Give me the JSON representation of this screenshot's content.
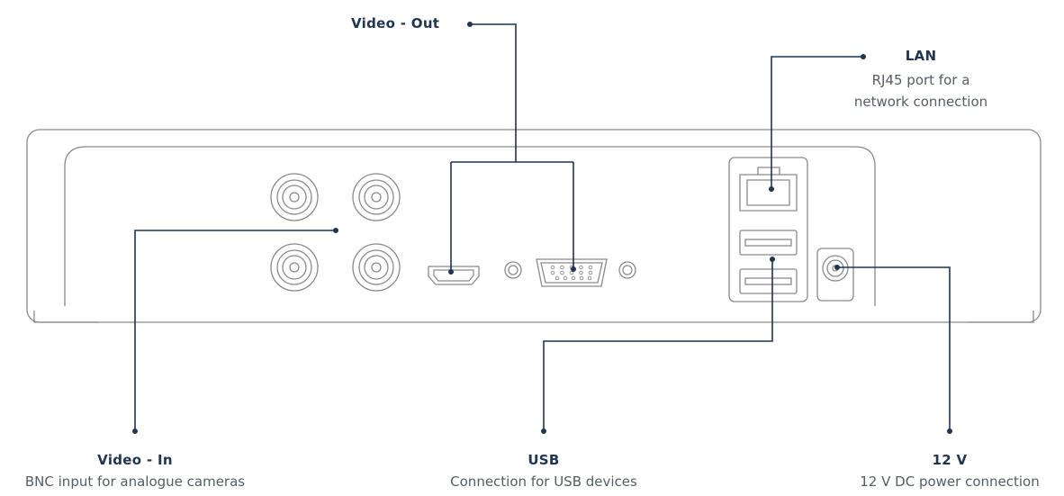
{
  "callouts": {
    "video_out": {
      "title": "Video - Out"
    },
    "lan": {
      "title": "LAN",
      "desc_line1": "RJ45 port for a",
      "desc_line2": "network connection"
    },
    "video_in": {
      "title": "Video - In",
      "desc": "BNC input for analogue cameras"
    },
    "usb": {
      "title": "USB",
      "desc": "Connection for USB devices"
    },
    "power": {
      "title": "12 V",
      "desc": "12 V DC power connection"
    }
  },
  "colors": {
    "leader": "#1f3550",
    "outline": "#8a8a8a",
    "text_title": "#1f3550",
    "text_desc": "#555d66"
  }
}
